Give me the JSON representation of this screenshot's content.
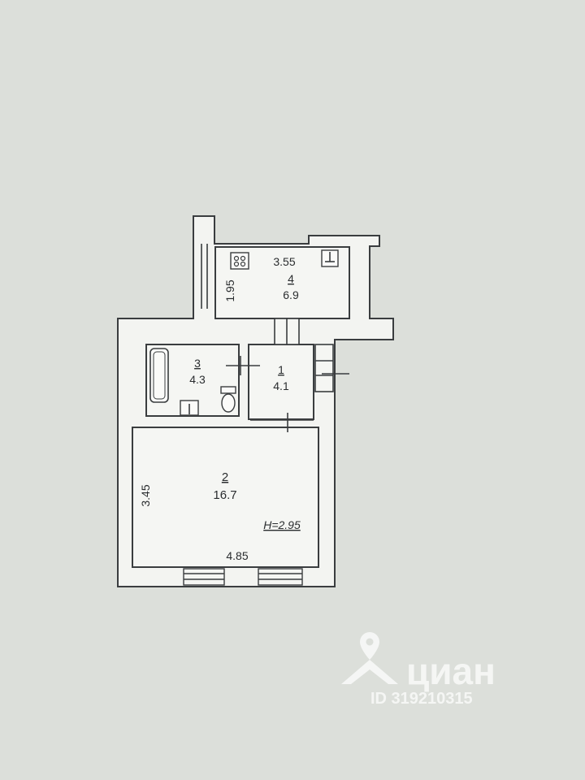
{
  "plan": {
    "rooms": [
      {
        "number": "1",
        "area": "4.1"
      },
      {
        "number": "2",
        "area": "16.7"
      },
      {
        "number": "3",
        "area": "4.3"
      },
      {
        "number": "4",
        "area": "6.9"
      }
    ],
    "dimensions": {
      "kitchen_width": "3.55",
      "kitchen_depth": "1.95",
      "room_depth": "3.45",
      "room_width": "4.85"
    },
    "ceiling_height": "H=2.95"
  },
  "watermark": {
    "brand": "циан",
    "listing_id": "ID 319210315"
  }
}
